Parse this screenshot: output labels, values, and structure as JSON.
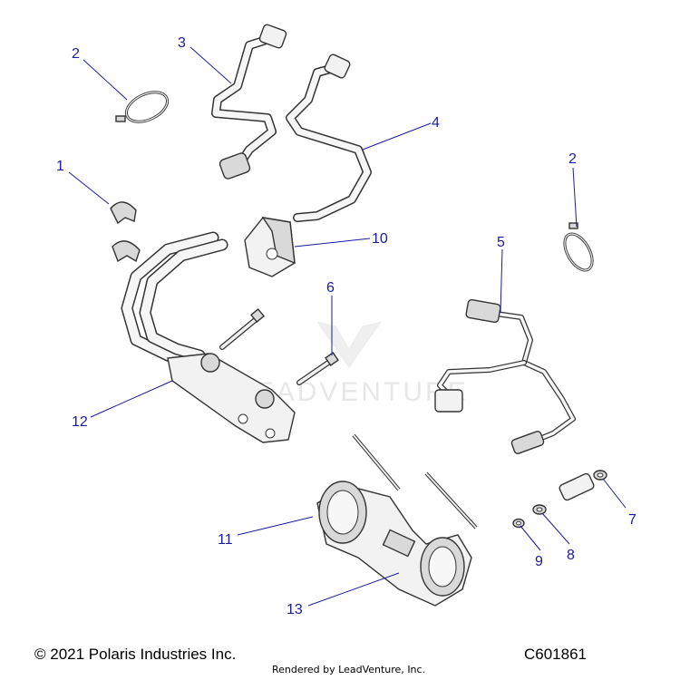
{
  "callouts": {
    "c1": "1",
    "c2a": "2",
    "c2b": "2",
    "c3": "3",
    "c4": "4",
    "c5": "5",
    "c6": "6",
    "c7": "7",
    "c8": "8",
    "c9": "9",
    "c10": "10",
    "c11": "11",
    "c12": "12",
    "c13": "13"
  },
  "watermark": "LEADVENTURE",
  "footer": {
    "copyright": "© 2021 Polaris Industries Inc.",
    "rendered_by": "Rendered by LeadVenture, Inc.",
    "diagram_code": "C601861"
  },
  "colors": {
    "callout": "#1a1aa0",
    "line": "#333333",
    "fill": "#f2f2f2"
  }
}
